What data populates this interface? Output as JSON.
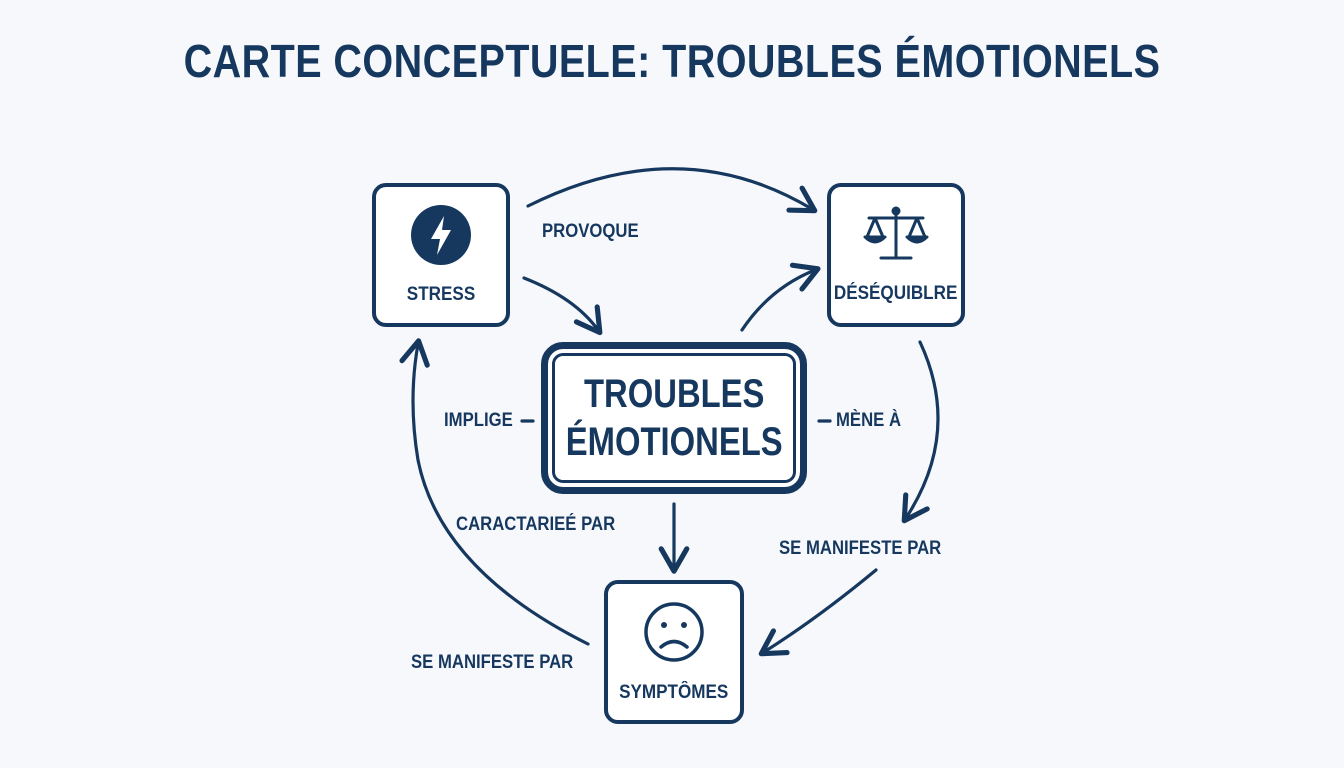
{
  "title": "CARTE CONCEPTUELE: TROUBLES ÉMOTIONELS",
  "nodes": {
    "central": {
      "label_line1": "TROUBLES",
      "label_line2": "ÉMOTIONELS"
    },
    "stress": {
      "label": "STRESS",
      "icon": "lightning-bolt-icon"
    },
    "desequilibre": {
      "label": "DÉSÉQUIBLRE",
      "icon": "balance-scale-icon"
    },
    "symptomes": {
      "label": "SYMPTÔMES",
      "icon": "sad-face-icon"
    }
  },
  "edges": {
    "provoque": "PROVOQUE",
    "implige": "IMPLIGE",
    "mene_a": "MÈNE À",
    "caractariee_par": "CARACTARIEÉ PAR",
    "se_manifeste_par_right": "SE MANIFESTE PAR",
    "se_manifeste_par_left": "SE MANIFESTE PAR"
  },
  "colors": {
    "primary": "#16385f",
    "background": "#f6f8fb",
    "box_fill": "#ffffff"
  }
}
